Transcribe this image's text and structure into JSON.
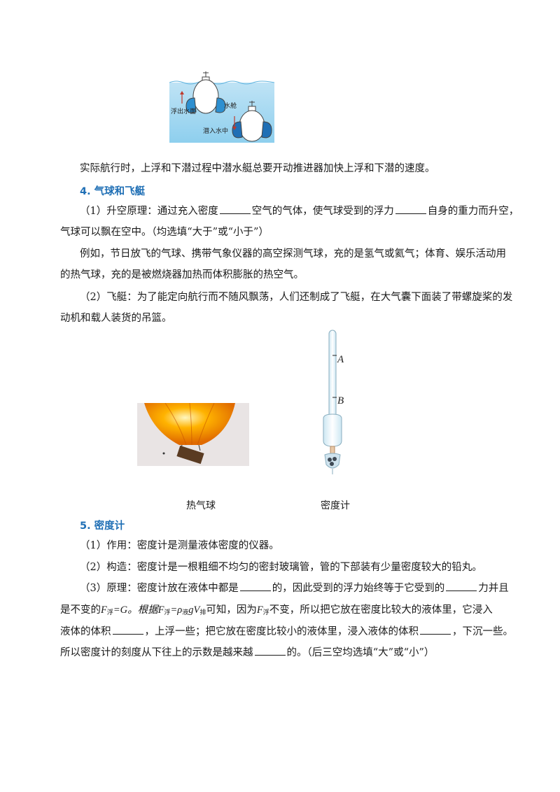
{
  "submarine_figure": {
    "label_float": "浮出水面",
    "label_tank": "水舱",
    "label_dive": "潜入水中"
  },
  "para_submarine": "实际航行时，上浮和下潜过程中潜水艇总要开动推进器加快上浮和下潜的速度。",
  "section4": {
    "heading": "4. 气球和飞艇",
    "item1_a": "（1）升空原理：通过充入密度",
    "item1_b": "空气的气体，使气球受到的浮力",
    "item1_c": "自身的重力而升空，",
    "item1_d": "气球可以飘在空中。（均选填“大于”或“小于”）",
    "example_a": "例如，节日放飞的气球、携带气象仪器的高空探测气球，充的是氢气或氦气；体育、娱乐活动用",
    "example_b": "的热气球，充的是被燃烧器加热而体积膨胀的热空气。",
    "item2_a": "（2）飞艇：为了能定向航行而不随风飘荡，人们还制成了飞艇，在大气囊下面装了带螺旋桨的发",
    "item2_b": "动机和载人装货的吊篮。"
  },
  "figures": {
    "balloon_caption": "热气球",
    "hydrometer_caption": "密度计",
    "mark_a": "A",
    "mark_b": "B"
  },
  "section5": {
    "heading": "5. 密度计",
    "item1": "（1）作用：密度计是测量液体密度的仪器。",
    "item2": "（2）构造：密度计是一根粗细不均匀的密封玻璃管，管的下部装有少量密度较大的铅丸。",
    "item3_a": "（3）原理：密度计放在液体中都是",
    "item3_b": "的，因此受到的浮力始终等于它受到的",
    "item3_c": "力并且",
    "line2_a": "是不变的",
    "F": "F",
    "sub_fu": "浮",
    "eqG": "=G。根据",
    "eq_rho": "=ρ",
    "sub_ye": "液",
    "gV": "gV",
    "sub_pai": "排",
    "line2_b": "可知，因为",
    "line2_c": "不变，所以把它放在密度比较大的液体里，它浸入",
    "line3_a": "液体的体积",
    "line3_b": "，上浮一些；把它放在密度比较小的液体里，浸入液体的体积",
    "line3_c": "，下沉一些。",
    "line4_a": "所以密度计的刻度从下往上的示数是越来越",
    "line4_b": "的。（后三空均选填“大”或“小”）"
  }
}
